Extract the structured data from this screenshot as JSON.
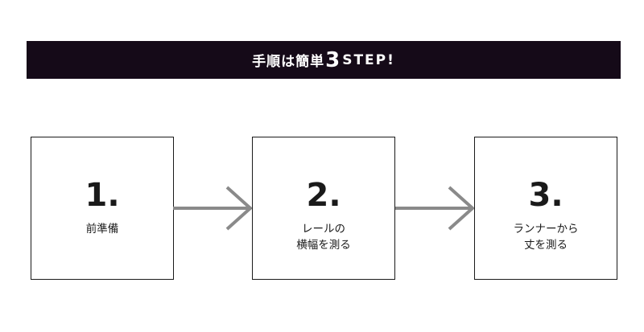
{
  "banner": {
    "prefix": "手順は簡単",
    "number": "3",
    "suffix": "STEP!"
  },
  "steps": [
    {
      "number": "1.",
      "label_line1": "前準備",
      "label_line2": ""
    },
    {
      "number": "2.",
      "label_line1": "レールの",
      "label_line2": "横幅を測る"
    },
    {
      "number": "3.",
      "label_line1": "ランナーから",
      "label_line2": "丈を測る"
    }
  ],
  "colors": {
    "banner_bg": "#150a18",
    "arrow": "#8a8a8a",
    "border": "#1a1a1a"
  }
}
